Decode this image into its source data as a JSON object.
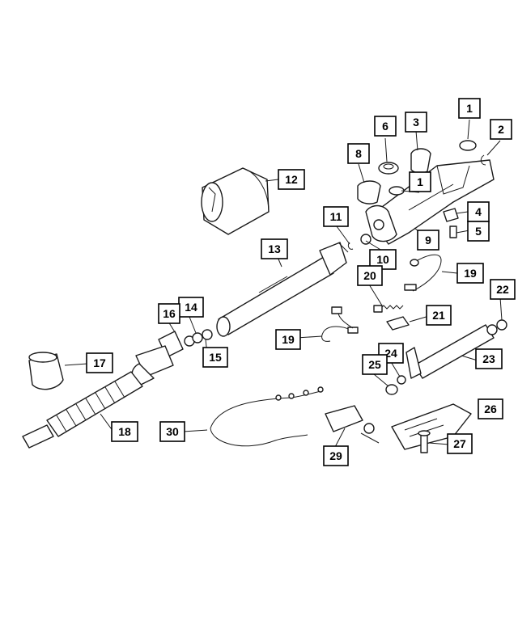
{
  "callouts": [
    {
      "id": "c1a",
      "label": "1"
    },
    {
      "id": "c1b",
      "label": "1"
    },
    {
      "id": "c2",
      "label": "2"
    },
    {
      "id": "c3",
      "label": "3"
    },
    {
      "id": "c4",
      "label": "4"
    },
    {
      "id": "c5",
      "label": "5"
    },
    {
      "id": "c6",
      "label": "6"
    },
    {
      "id": "c8",
      "label": "8"
    },
    {
      "id": "c9",
      "label": "9"
    },
    {
      "id": "c10",
      "label": "10"
    },
    {
      "id": "c11",
      "label": "11"
    },
    {
      "id": "c12",
      "label": "12"
    },
    {
      "id": "c13",
      "label": "13"
    },
    {
      "id": "c14",
      "label": "14"
    },
    {
      "id": "c15",
      "label": "15"
    },
    {
      "id": "c16",
      "label": "16"
    },
    {
      "id": "c17",
      "label": "17"
    },
    {
      "id": "c18",
      "label": "18"
    },
    {
      "id": "c19a",
      "label": "19"
    },
    {
      "id": "c19b",
      "label": "19"
    },
    {
      "id": "c20",
      "label": "20"
    },
    {
      "id": "c21",
      "label": "21"
    },
    {
      "id": "c22",
      "label": "22"
    },
    {
      "id": "c23",
      "label": "23"
    },
    {
      "id": "c24",
      "label": "24"
    },
    {
      "id": "c25",
      "label": "25"
    },
    {
      "id": "c26",
      "label": "26"
    },
    {
      "id": "c27",
      "label": "27"
    },
    {
      "id": "c29",
      "label": "29"
    },
    {
      "id": "c30",
      "label": "30"
    }
  ]
}
